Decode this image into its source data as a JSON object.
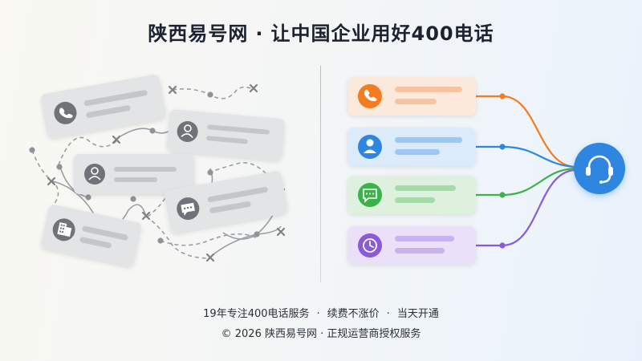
{
  "header": {
    "brand": "陕西易号网",
    "separator": "·",
    "slogan": "让中国企业用好400电话"
  },
  "left_cards": [
    {
      "icon": "phone-icon"
    },
    {
      "icon": "user-icon"
    },
    {
      "icon": "user-icon"
    },
    {
      "icon": "chat-icon"
    },
    {
      "icon": "building-icon"
    }
  ],
  "right_cards": [
    {
      "icon": "phone-icon",
      "color": "#f47b20",
      "bg": "#fbe9dc",
      "line": "#f7c4a1"
    },
    {
      "icon": "user-icon",
      "color": "#2f86e0",
      "bg": "#dcebfa",
      "line": "#9cc8f1"
    },
    {
      "icon": "chat-icon",
      "color": "#3bb34a",
      "bg": "#ddf1de",
      "line": "#a4dca9"
    },
    {
      "icon": "clock-icon",
      "color": "#8a5ad8",
      "bg": "#eae0f8",
      "line": "#c8b2ef"
    }
  ],
  "hub": {
    "icon": "headset-icon",
    "color": "#2f86e0"
  },
  "footer": {
    "features": [
      "19年专注400电话服务",
      "续费不涨价",
      "当天开通"
    ],
    "separator": "·",
    "copyright": "© 2026 陕西易号网 · 正规运营商授权服务"
  }
}
